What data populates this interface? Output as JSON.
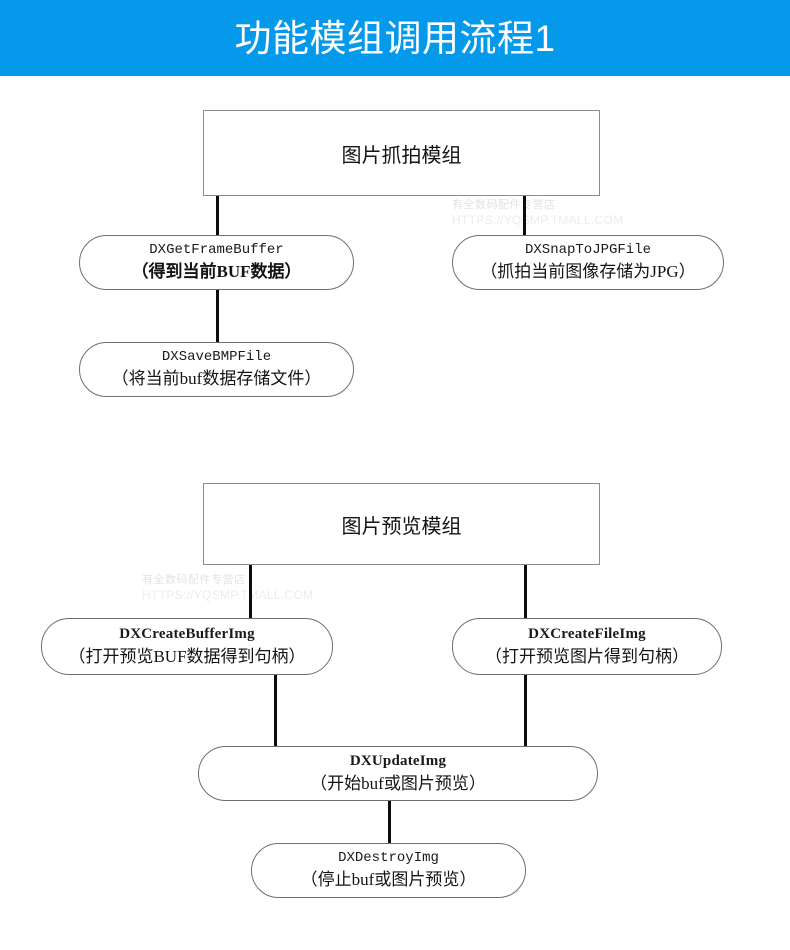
{
  "header": {
    "title": "功能模组调用流程1",
    "background_color": "#0499ea",
    "text_color": "#ffffff"
  },
  "watermark": {
    "shop": "有全数码配件专营店",
    "url": "HTTPS://YQSMP.TMALL.COM",
    "color": "#e8e8e8"
  },
  "diagram": {
    "line_color": "#0d0d0d",
    "box_border_color": "#7a7a7a",
    "sections": [
      {
        "id": "capture",
        "header_node": {
          "label": "图片抓拍模组"
        },
        "nodes": [
          {
            "id": "get-frame-buffer",
            "fn": "DXGetFrameBuffer",
            "desc": "（得到当前BUF数据）"
          },
          {
            "id": "snap-to-jpg-file",
            "fn": "DXSnapToJPGFile",
            "desc": "（抓拍当前图像存储为JPG）"
          },
          {
            "id": "save-bmp-file",
            "fn": "DXSaveBMPFile",
            "desc": "（将当前buf数据存储文件）"
          }
        ]
      },
      {
        "id": "preview",
        "header_node": {
          "label": "图片预览模组"
        },
        "nodes": [
          {
            "id": "create-buffer-img",
            "fn": "DXCreateBufferImg",
            "desc": "（打开预览BUF数据得到句柄）"
          },
          {
            "id": "create-file-img",
            "fn": "DXCreateFileImg",
            "desc": "（打开预览图片得到句柄）"
          },
          {
            "id": "update-img",
            "fn": "DXUpdateImg",
            "desc": "（开始buf或图片预览）"
          },
          {
            "id": "destroy-img",
            "fn": "DXDestroyImg",
            "desc": "（停止buf或图片预览）"
          }
        ]
      }
    ]
  }
}
